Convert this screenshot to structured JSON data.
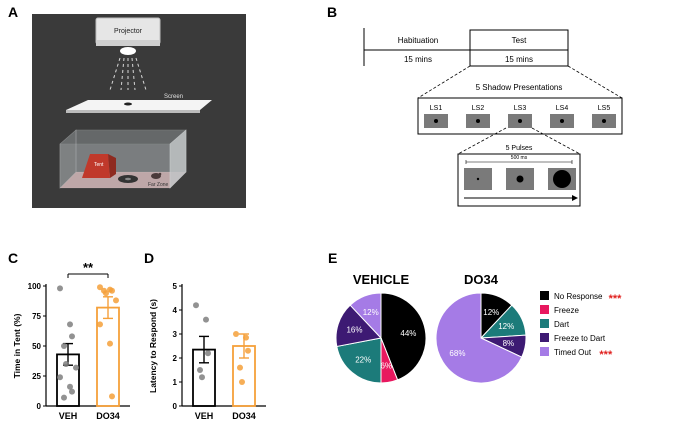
{
  "panels": {
    "a": "A",
    "b": "B",
    "c": "C",
    "d": "D",
    "e": "E"
  },
  "panel_a": {
    "projector_label": "Projector",
    "screen_label": "Screen",
    "tent_label": "Tent",
    "far_zone_label": "Far Zone",
    "colors": {
      "background": "#3a3a3a",
      "tent": "#c0392b",
      "arena": "#9aa0a3"
    }
  },
  "panel_b": {
    "habituation_label": "Habituation",
    "habituation_duration": "15 mins",
    "test_label": "Test",
    "test_duration": "15 mins",
    "shadow_title": "5 Shadow Presentations",
    "shadow_labels": [
      "LS1",
      "LS2",
      "LS3",
      "LS4",
      "LS5"
    ],
    "pulses_title": "5 Pulses",
    "pulse_duration": "500 ms"
  },
  "chart_data": [
    {
      "type": "bar",
      "panel": "C",
      "ylabel": "Time in Tent (%)",
      "categories": [
        "VEH",
        "DO34"
      ],
      "ylim": [
        0,
        100
      ],
      "yticks": [
        0,
        25,
        50,
        75,
        100
      ],
      "values": [
        43,
        82
      ],
      "errors": [
        9,
        9
      ],
      "significance": "**",
      "colors": [
        "#000000",
        "#f5a03a"
      ],
      "points": [
        [
          98,
          68,
          58,
          50,
          35,
          32,
          24,
          16,
          12,
          7
        ],
        [
          99,
          97,
          96,
          96,
          94,
          88,
          68,
          52,
          8
        ]
      ]
    },
    {
      "type": "bar",
      "panel": "D",
      "ylabel": "Latency to Respond (s)",
      "categories": [
        "VEH",
        "DO34"
      ],
      "ylim": [
        0,
        5
      ],
      "yticks": [
        0,
        1,
        2,
        3,
        4,
        5
      ],
      "values": [
        2.35,
        2.5
      ],
      "errors": [
        0.55,
        0.5
      ],
      "colors": [
        "#000000",
        "#f5a03a"
      ],
      "points": [
        [
          4.2,
          3.6,
          2.2,
          1.5,
          1.2
        ],
        [
          3.0,
          2.85,
          2.3,
          1.6,
          1.0
        ]
      ]
    },
    {
      "type": "pie",
      "panel": "E",
      "title": "VEHICLE",
      "slices": [
        {
          "label": "No Response",
          "value": 44,
          "text": "44%",
          "color": "#000000"
        },
        {
          "label": "Freeze",
          "value": 6,
          "text": "6%",
          "color": "#e8185f"
        },
        {
          "label": "Dart",
          "value": 22,
          "text": "22%",
          "color": "#1c7b7a"
        },
        {
          "label": "Freeze to Dart",
          "value": 16,
          "text": "16%",
          "color": "#3d1a73"
        },
        {
          "label": "Timed Out",
          "value": 12,
          "text": "12%",
          "color": "#a57be6"
        }
      ]
    },
    {
      "type": "pie",
      "panel": "E",
      "title": "DO34",
      "slices": [
        {
          "label": "No Response",
          "value": 12,
          "text": "12%",
          "color": "#000000"
        },
        {
          "label": "Dart",
          "value": 12,
          "text": "12%",
          "color": "#1c7b7a"
        },
        {
          "label": "Freeze to Dart",
          "value": 8,
          "text": "8%",
          "color": "#3d1a73"
        },
        {
          "label": "Timed Out",
          "value": 68,
          "text": "68%",
          "color": "#a57be6"
        }
      ]
    }
  ],
  "legend_e": [
    {
      "label": "No Response",
      "color": "#000000",
      "stars": "***"
    },
    {
      "label": "Freeze",
      "color": "#e8185f",
      "stars": ""
    },
    {
      "label": "Dart",
      "color": "#1c7b7a",
      "stars": ""
    },
    {
      "label": "Freeze to Dart",
      "color": "#3d1a73",
      "stars": ""
    },
    {
      "label": "Timed Out",
      "color": "#a57be6",
      "stars": "***"
    }
  ]
}
